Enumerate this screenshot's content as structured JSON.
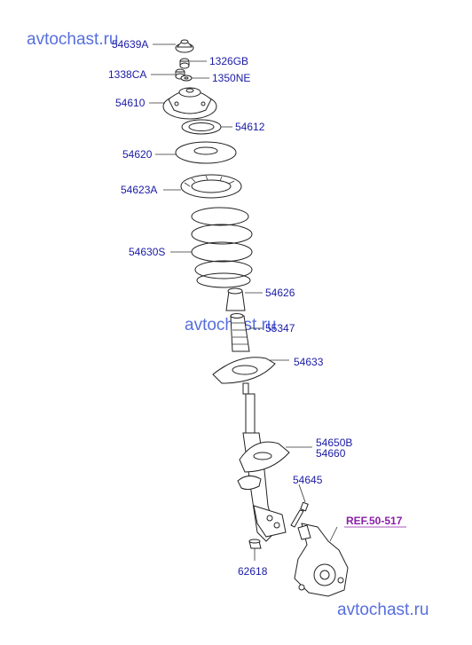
{
  "watermarks": [
    "avtochast.ru",
    "avtochast.ru",
    "avtochast.ru"
  ],
  "labels": {
    "p54639A": "54639A",
    "p1326GB": "1326GB",
    "p1338CA": "1338CA",
    "p1350NE": "1350NE",
    "p54610": "54610",
    "p54612": "54612",
    "p54620": "54620",
    "p54623A": "54623A",
    "p54630S": "54630S",
    "p54626": "54626",
    "p55347": "55347",
    "p54633": "54633",
    "p54650B": "54650B",
    "p54660": "54660",
    "p54645": "54645",
    "p62618": "62618"
  },
  "ref_label": "REF.50-517"
}
